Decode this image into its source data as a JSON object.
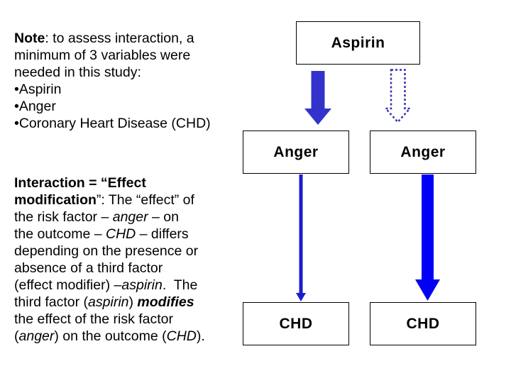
{
  "note_block": {
    "runs": [
      {
        "t": "Note",
        "b": true
      },
      {
        "t": ": to assess interaction, a\nminimum of 3 variables were\nneeded in this study:\n•Aspirin\n•Anger\n•Coronary Heart Disease (CHD)"
      }
    ]
  },
  "interaction_block": {
    "runs": [
      {
        "t": "Interaction = “Effect\nmodification",
        "b": true
      },
      {
        "t": "”: The “effect” of\nthe risk factor – "
      },
      {
        "t": "anger",
        "i": true
      },
      {
        "t": " – on\nthe outcome – "
      },
      {
        "t": "CHD",
        "i": true
      },
      {
        "t": " – differs\ndepending on the presence or\nabsence of a third factor\n(effect modifier) –"
      },
      {
        "t": "aspirin",
        "i": true
      },
      {
        "t": ".  The\nthird factor ("
      },
      {
        "t": "aspirin",
        "i": true
      },
      {
        "t": ") "
      },
      {
        "t": "modifies",
        "b": true,
        "i": true
      },
      {
        "t": "\nthe effect of the risk factor\n("
      },
      {
        "t": "anger",
        "i": true
      },
      {
        "t": ") on the outcome ("
      },
      {
        "t": "CHD",
        "i": true
      },
      {
        "t": ")."
      }
    ]
  },
  "diagram": {
    "aspirin_label": "Aspirin",
    "anger_left_label": "Anger",
    "anger_right_label": "Anger",
    "chd_left_label": "CHD",
    "chd_right_label": "CHD",
    "colors": {
      "solid_block_arrow": "#3333CC",
      "dashed_block_arrow": "#3333B3",
      "dashed_block_arrow_fill": "#FFFFFF",
      "thin_arrow": "#1C1CCC",
      "thick_arrow": "#0000F5"
    }
  }
}
